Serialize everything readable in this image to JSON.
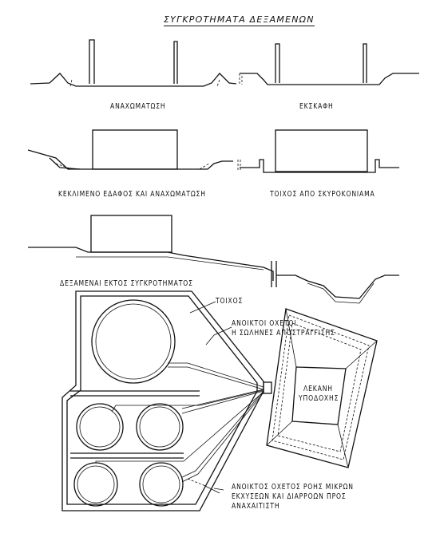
{
  "title": "ΣΥΓΚΡΟΤΗΜΑΤΑ ΔΕΞΑΜΕΝΩΝ",
  "sections": {
    "embankment": "ΑΝΑΧΩΜΑΤΩΣΗ",
    "excavation": "ΕΚΣΚΑΦΗ",
    "sloped_ground": "ΚΕΚΛΙΜΕΝΟ ΕΔΑΦΟΣ ΚΑΙ ΑΝΑΧΩΜΑΤΩΣΗ",
    "concrete_wall": "ΤΟΙΧΟΣ ΑΠΟ ΣΚΥΡΟΚΟΝΙΑΜΑ",
    "outside_complex": "ΔΕΞΑΜΕΝΑΙ ΕΚΤΟΣ ΣΥΓΚΡΟΤΗΜΑΤΟΣ"
  },
  "plan_labels": {
    "wall": "ΤΟΙΧΟΣ",
    "open_channels_line1": "ΑΝΟΙΚΤΟΙ ΟΧΕΤΟΙ",
    "open_channels_line2": "Η ΣΩΛΗΝΕΣ ΑΠΟΣΤΡΑΓΓΙΣΗΣ",
    "basin_line1": "ΛΕΚΑΝΗ",
    "basin_line2": "ΥΠΟΔΟΧΗΣ",
    "small_flow_line1": "ΑΝΟΙΚΤΟΣ ΟΧΕΤΟΣ ΡΟΗΣ ΜΙΚΡΩΝ",
    "small_flow_line2": "ΕΚΧΥΣΕΩΝ ΚΑΙ ΔΙΑΡΡΟΩΝ ΠΡΟΣ",
    "small_flow_line3": "ΑΝΑΧΑΙΤΙΣΤΗ"
  }
}
